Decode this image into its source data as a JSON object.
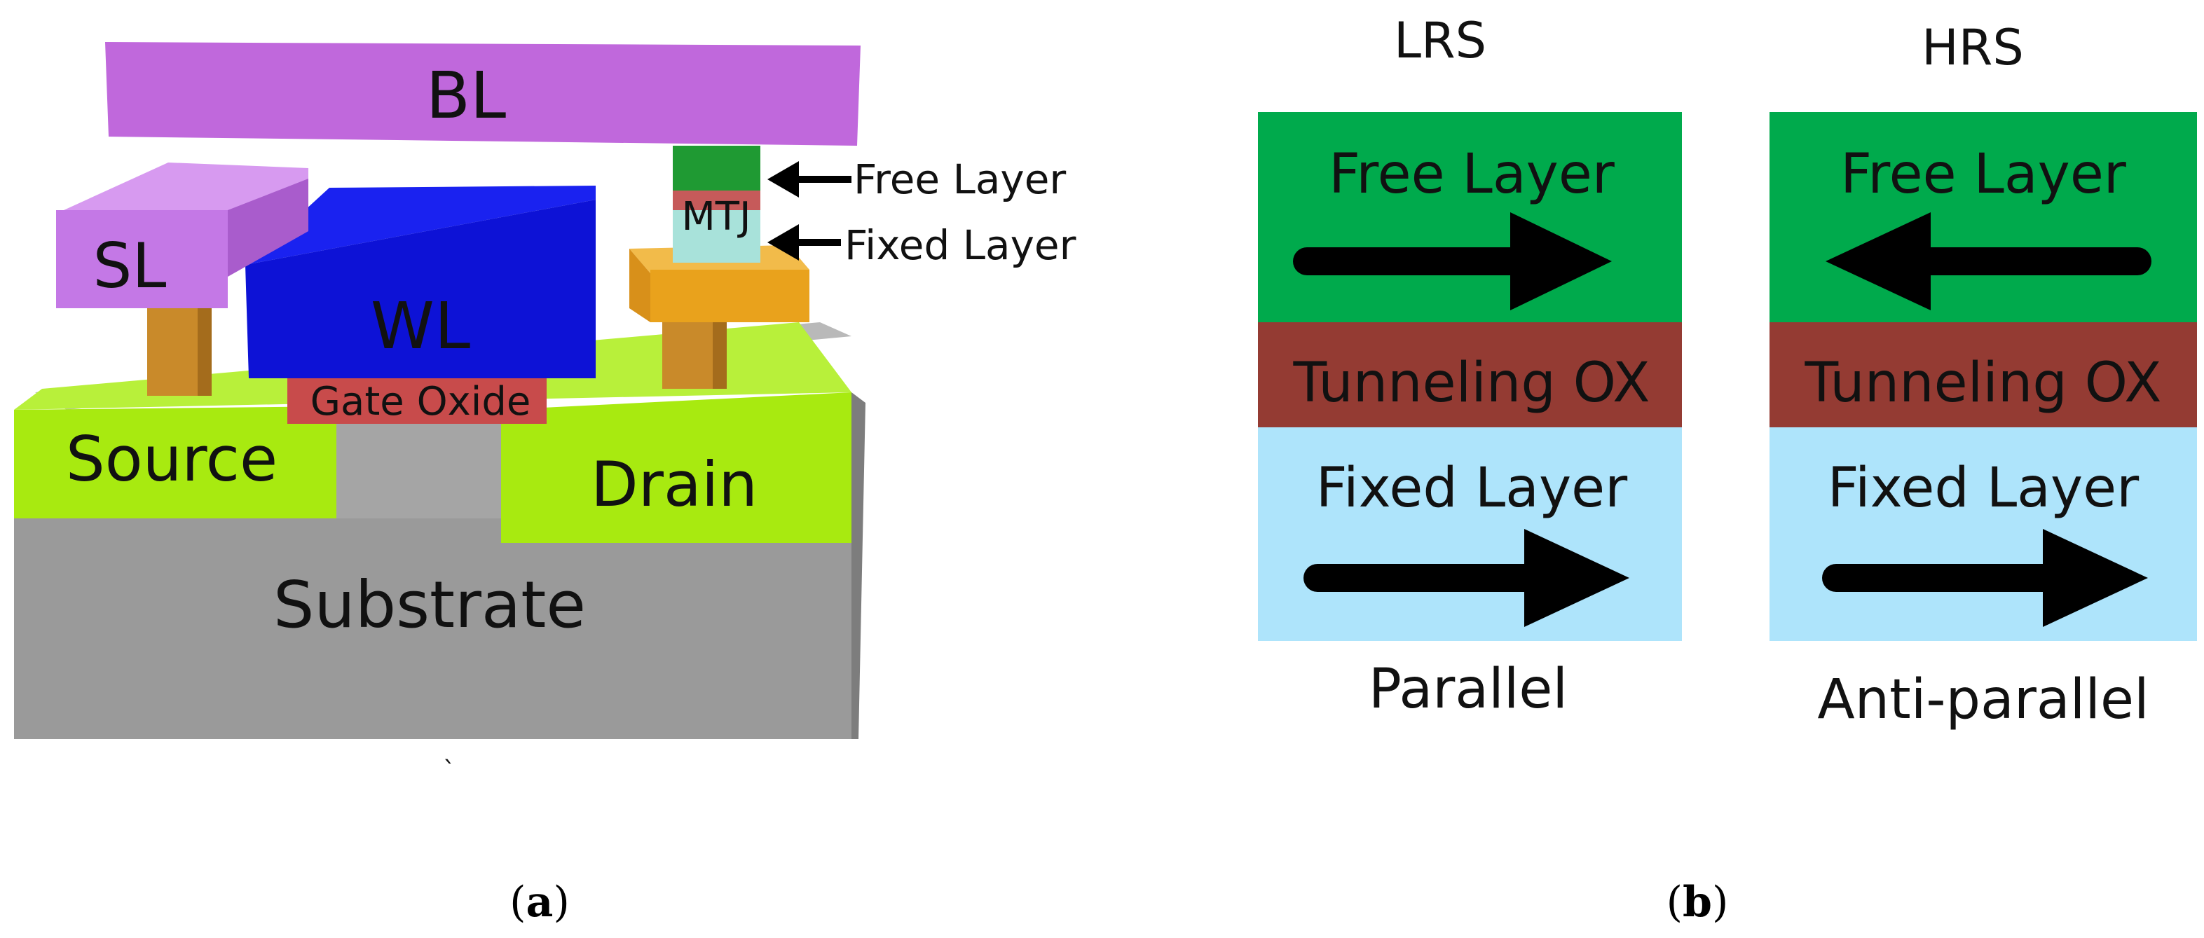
{
  "panel_a": {
    "labels": {
      "bl": "BL",
      "sl": "SL",
      "wl": "WL",
      "mtj": "MTJ",
      "gate_oxide": "Gate Oxide",
      "source": "Source",
      "drain": "Drain",
      "substrate": "Substrate",
      "free_layer": "Free Layer",
      "fixed_layer": "Fixed Layer"
    },
    "stray_mark": "`",
    "caption_open": "(",
    "caption_letter": "a",
    "caption_close": ")",
    "colors": {
      "bl": "#c068dc",
      "sl": "#c478e6",
      "wl": "#0d12d6",
      "gate_oxide": "#c84b4b",
      "source_drain": "#a8ea10",
      "substrate": "#9a9a9a",
      "via": "#c98a2a",
      "drain_cap": "#e9a21c",
      "mtj_free": "#1f9a33",
      "mtj_oxide": "#c65a5a",
      "mtj_fixed": "#a8e2da"
    }
  },
  "panel_b": {
    "lrs": {
      "title": "LRS",
      "free_layer": "Free Layer",
      "tunneling_ox": "Tunneling OX",
      "fixed_layer": "Fixed Layer",
      "state": "Parallel",
      "free_arrow": "right",
      "fixed_arrow": "right"
    },
    "hrs": {
      "title": "HRS",
      "free_layer": "Free Layer",
      "tunneling_ox": "Tunneling OX",
      "fixed_layer": "Fixed Layer",
      "state": "Anti-parallel",
      "free_arrow": "left",
      "fixed_arrow": "right"
    },
    "caption_open": "(",
    "caption_letter": "b",
    "caption_close": ")",
    "colors": {
      "free": "#00aa4c",
      "tunneling": "#943b33",
      "fixed": "#aee4fb",
      "arrow": "#000000"
    }
  }
}
